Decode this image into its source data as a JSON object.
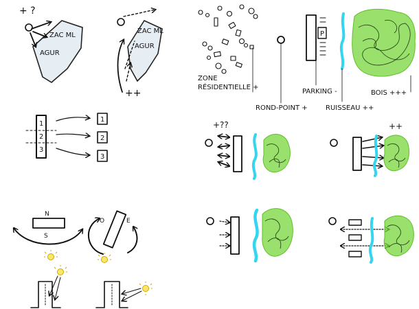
{
  "colors": {
    "ink": "#111111",
    "water": "#33d6ee",
    "wood": "#78d63c",
    "wood_scribble": "#2a4a1a",
    "sun": "#f7e86a",
    "sun_rays": "#d9a400",
    "land": "#e6edf3",
    "land_outline": "#222222"
  },
  "diagram": {
    "site1": {
      "question": "+ ?",
      "zac": "ZAC ML",
      "agur": "AGUR"
    },
    "site2": {
      "zac": "ZAC ML",
      "agur": "AGUR",
      "plus": "++"
    },
    "split": {
      "labels": [
        "1",
        "2",
        "3"
      ]
    },
    "legend": {
      "residential": "ZONE RÉSIDENTIELLE +",
      "roundabout": "ROND-POINT +",
      "parking": "PARKING -",
      "parking_sign": "P",
      "stream": "RUISSEAU ++",
      "woods": "BOIS +++"
    },
    "scenario1": {
      "plus": "+??"
    },
    "scenario2": {
      "plus": "++"
    },
    "orient": {
      "north": "N",
      "south": "S",
      "west": "O",
      "east": "E"
    }
  }
}
